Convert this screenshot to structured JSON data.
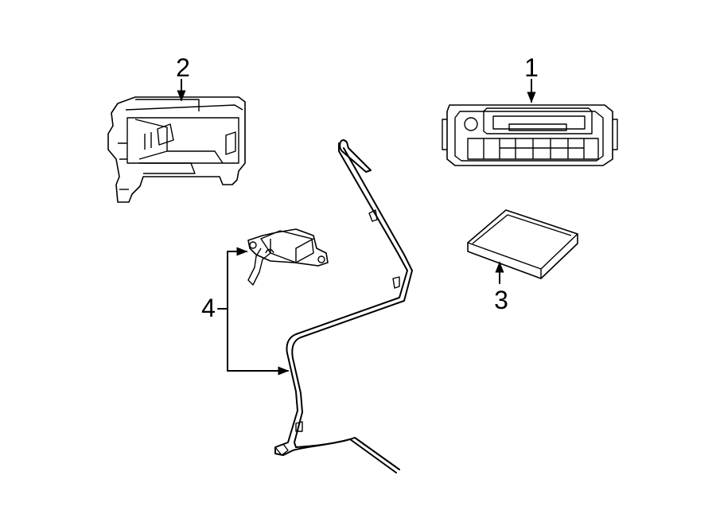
{
  "callouts": [
    {
      "id": "1",
      "label": "1",
      "part": "radio"
    },
    {
      "id": "2",
      "label": "2",
      "part": "mounting-bracket"
    },
    {
      "id": "3",
      "label": "3",
      "part": "module"
    },
    {
      "id": "4",
      "label": "4",
      "part": "antenna-and-cable"
    }
  ]
}
